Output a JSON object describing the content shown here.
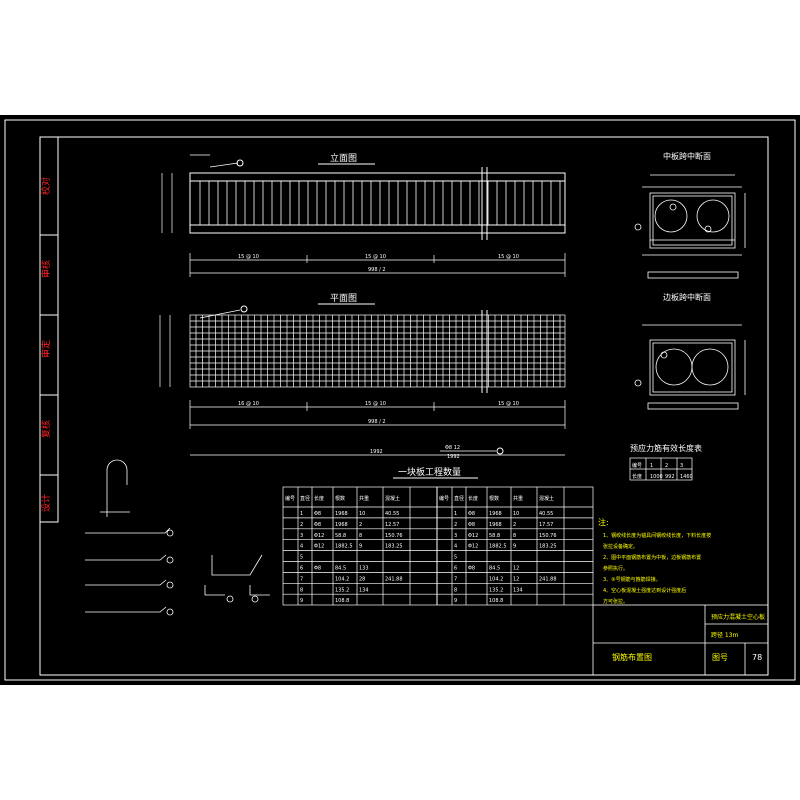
{
  "signoff": [
    "校对",
    "审核",
    "审定",
    "复核",
    "设计"
  ],
  "views": {
    "elevation": "立面图",
    "plan": "平面图",
    "elev_dims": [
      "15 @ 10",
      "15 @ 10",
      "15 @ 10",
      "998 / 2"
    ],
    "plan_dims": [
      "16 @ 10",
      "15 @ 10",
      "15 @ 10",
      "998 / 2",
      "1992"
    ],
    "callout_bar": "Φ8 12",
    "callout_len": "1992"
  },
  "sections": {
    "mid": "中板跨中断面",
    "end": "边板跨中断面"
  },
  "strand_table": {
    "title": "预应力筋有效长度表",
    "header": [
      "编号",
      "1",
      "2",
      "3"
    ],
    "row": [
      "长度",
      "1000",
      "992",
      "1460"
    ]
  },
  "quantity_table": {
    "title": "一块板工程数量",
    "headers": [
      "编号",
      "直径",
      "长度",
      "根数",
      "共重",
      "混凝土"
    ],
    "left_rows": [
      [
        "1",
        "Φ8",
        "1968",
        "10",
        "40.55"
      ],
      [
        "2",
        "Φ8",
        "1968",
        "2",
        "12.57"
      ],
      [
        "3",
        "Φ12",
        "58.8",
        "8",
        "150.76"
      ],
      [
        "4",
        "Φ12",
        "1882.5",
        "9",
        "183.25"
      ],
      [
        "5",
        "",
        "",
        "",
        ""
      ],
      [
        "6",
        "Φ8",
        "84.5",
        "133",
        ""
      ],
      [
        "7",
        "",
        "104.2",
        "28",
        "241.88"
      ],
      [
        "8",
        "",
        "135.2",
        "134",
        ""
      ],
      [
        "9",
        "",
        "108.8",
        "",
        ""
      ]
    ],
    "right_rows": [
      [
        "1",
        "Φ8",
        "1968",
        "10",
        "40.55"
      ],
      [
        "2",
        "Φ8",
        "1968",
        "2",
        "17.57"
      ],
      [
        "3",
        "Φ12",
        "58.8",
        "8",
        "150.76"
      ],
      [
        "4",
        "Φ12",
        "1882.5",
        "9",
        "183.25"
      ],
      [
        "5",
        "",
        "",
        "",
        ""
      ],
      [
        "6",
        "Φ8",
        "84.5",
        "12",
        ""
      ],
      [
        "7",
        "",
        "104.2",
        "12",
        "241.88"
      ],
      [
        "8",
        "",
        "135.2",
        "134",
        ""
      ],
      [
        "9",
        "",
        "108.8",
        "",
        ""
      ]
    ]
  },
  "notes": {
    "title": "注:",
    "lines": [
      "1、钢绞线长度为锚具间钢绞线长度，下料长度按",
      "   张拉设备确定。",
      "2、图中平面钢筋布置为中板，边板钢筋布置",
      "   参照执行。",
      "3、⑨号钢筋与箍筋焊接。",
      "4、空心板混凝土强度达到设计强度后",
      "   方可张拉。"
    ]
  },
  "title_block": {
    "project": "预应力混凝土空心板",
    "spec": "跨径 13m",
    "drawing_title": "钢筋布置图",
    "sheet_label": "图号",
    "sheet_number": "78"
  }
}
